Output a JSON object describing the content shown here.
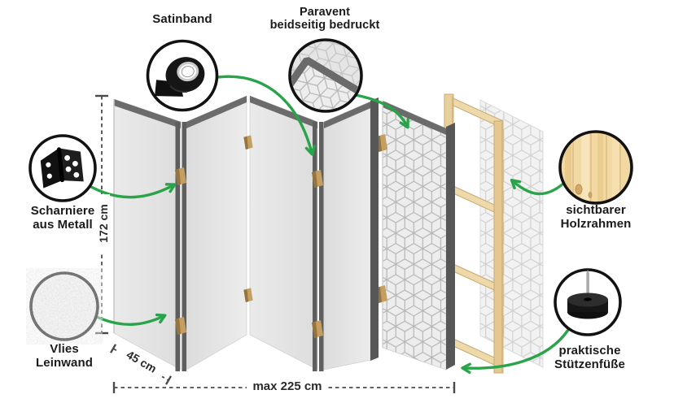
{
  "callouts": [
    {
      "id": "satinband",
      "icon": "tape-roll-icon",
      "lines": [
        "Satinband"
      ]
    },
    {
      "id": "paravent-bedruckt",
      "icon": "printed-both-sides-icon",
      "lines": [
        "Paravent",
        "beidseitig bedruckt"
      ]
    },
    {
      "id": "scharniere",
      "icon": "metal-hinge-icon",
      "lines": [
        "Scharniere",
        "aus Metall"
      ]
    },
    {
      "id": "vlies-leinwand",
      "icon": "fleece-canvas-icon",
      "lines": [
        "Vlies",
        "Leinwand"
      ]
    },
    {
      "id": "holzrahmen",
      "icon": "wood-texture-icon",
      "lines": [
        "sichtbarer",
        "Holzrahmen"
      ]
    },
    {
      "id": "stuetzenfuesse",
      "icon": "support-foot-icon",
      "lines": [
        "praktische",
        "Stützenfüße"
      ]
    }
  ],
  "dimensions": {
    "height": "172 cm",
    "panel_width": "45 cm",
    "total_width": "max 225 cm"
  },
  "colors": {
    "arrow_green": "#2aa44a",
    "panel_fill": "#e6e6e6",
    "panel_frame": "#6b6b6b",
    "pattern_line": "#b5b5b5",
    "wood": "#e9d2a0",
    "satin_tape": "#c59e62",
    "outline_black": "#141414"
  }
}
